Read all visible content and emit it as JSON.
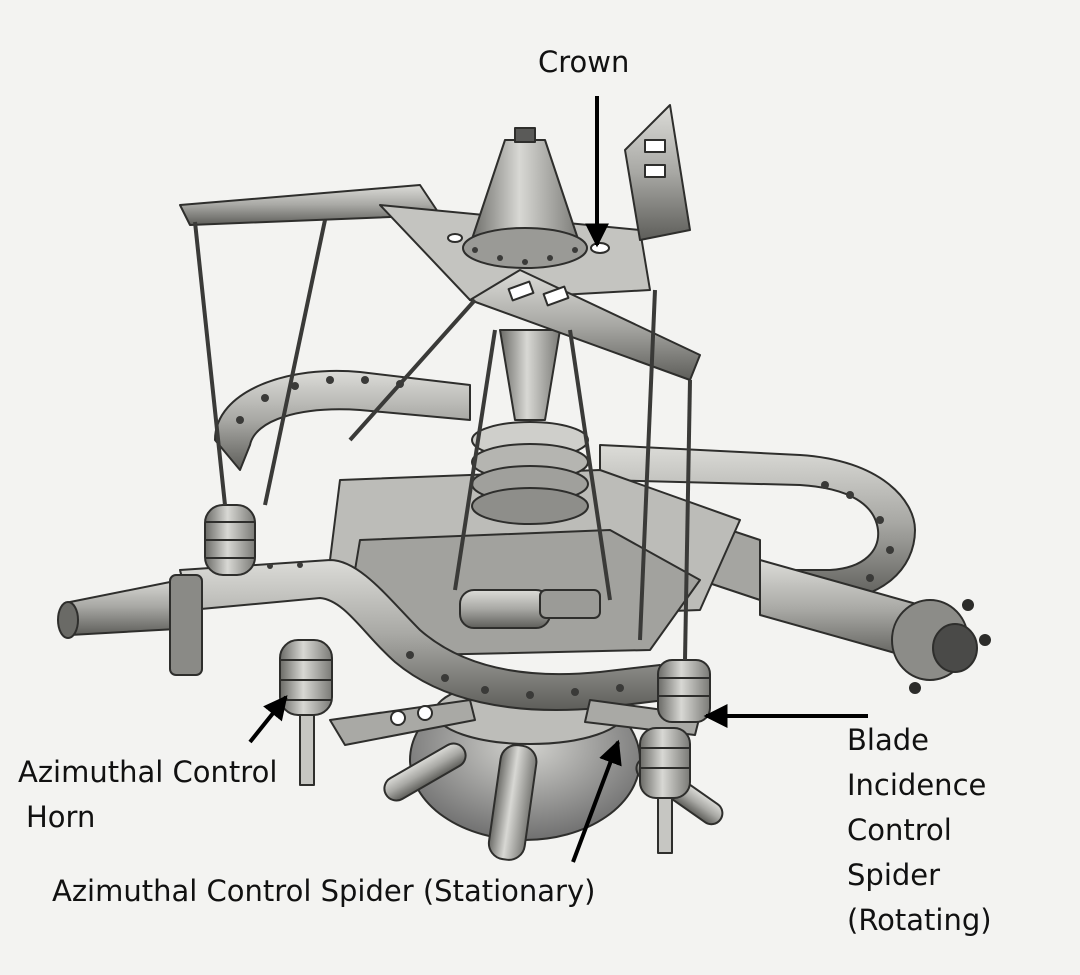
{
  "labels": {
    "crown": "Crown",
    "azimuthal_horn": [
      "Azimuthal Control",
      "Horn"
    ],
    "azimuthal_spider": "Azimuthal Control Spider (Stationary)",
    "blade_spider": [
      "Blade",
      "Incidence",
      "Control",
      "Spider",
      "(Rotating)"
    ]
  },
  "colors": {
    "background": "#f3f3f1",
    "metal_light": "#c9c9c6",
    "metal_mid": "#9a9a96",
    "metal_dark": "#4a4a48",
    "arrow": "#000000"
  }
}
